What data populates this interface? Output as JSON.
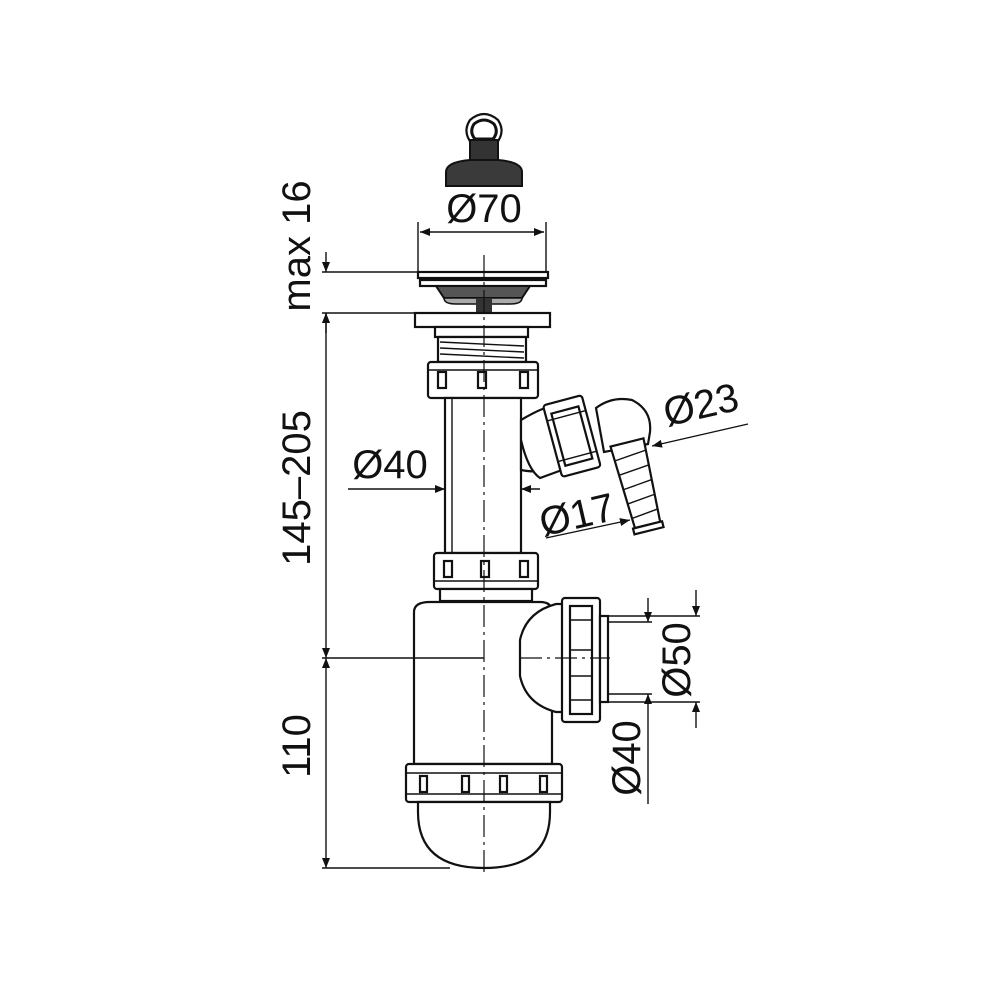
{
  "labels": {
    "dia_strainer": "Ø70",
    "max_height": "max 16",
    "range_height": "145–205",
    "dia_tube": "Ø40",
    "dia_hose_outer": "Ø23",
    "dia_hose_inner": "Ø17",
    "dia_outlet_50": "Ø50",
    "dia_outlet_40": "Ø40",
    "trap_height": "110"
  }
}
